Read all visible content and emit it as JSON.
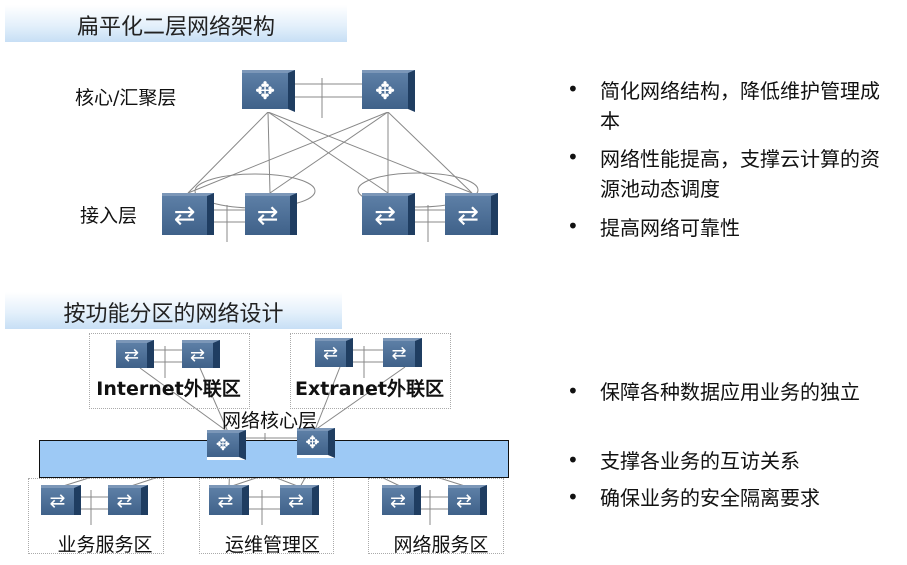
{
  "section1": {
    "title": "扁平化二层网络架构",
    "core_label": "核心/汇聚层",
    "access_label": "接入层",
    "bullets": [
      "简化网络结构，降低维护管理成本",
      "网络性能提高，支撑云计算的资源池动态调度",
      "提高网络可靠性"
    ]
  },
  "section2": {
    "title": "按功能分区的网络设计",
    "core_label": "网络核心层",
    "zones": [
      "Internet外联区",
      "Extranet外联区",
      "业务服务区",
      "运维管理区",
      "网络服务区"
    ],
    "bullets": [
      "保障各种数据应用业务的独立",
      "支撑各业务的互访关系",
      "确保业务的安全隔离要求"
    ]
  },
  "icons": {
    "core": "router-switch-icon",
    "access": "access-switch-icon",
    "bullet": "•"
  },
  "colors": {
    "band": "#9dc9f5",
    "device": "#3f6189",
    "header": "#c7dff5"
  }
}
